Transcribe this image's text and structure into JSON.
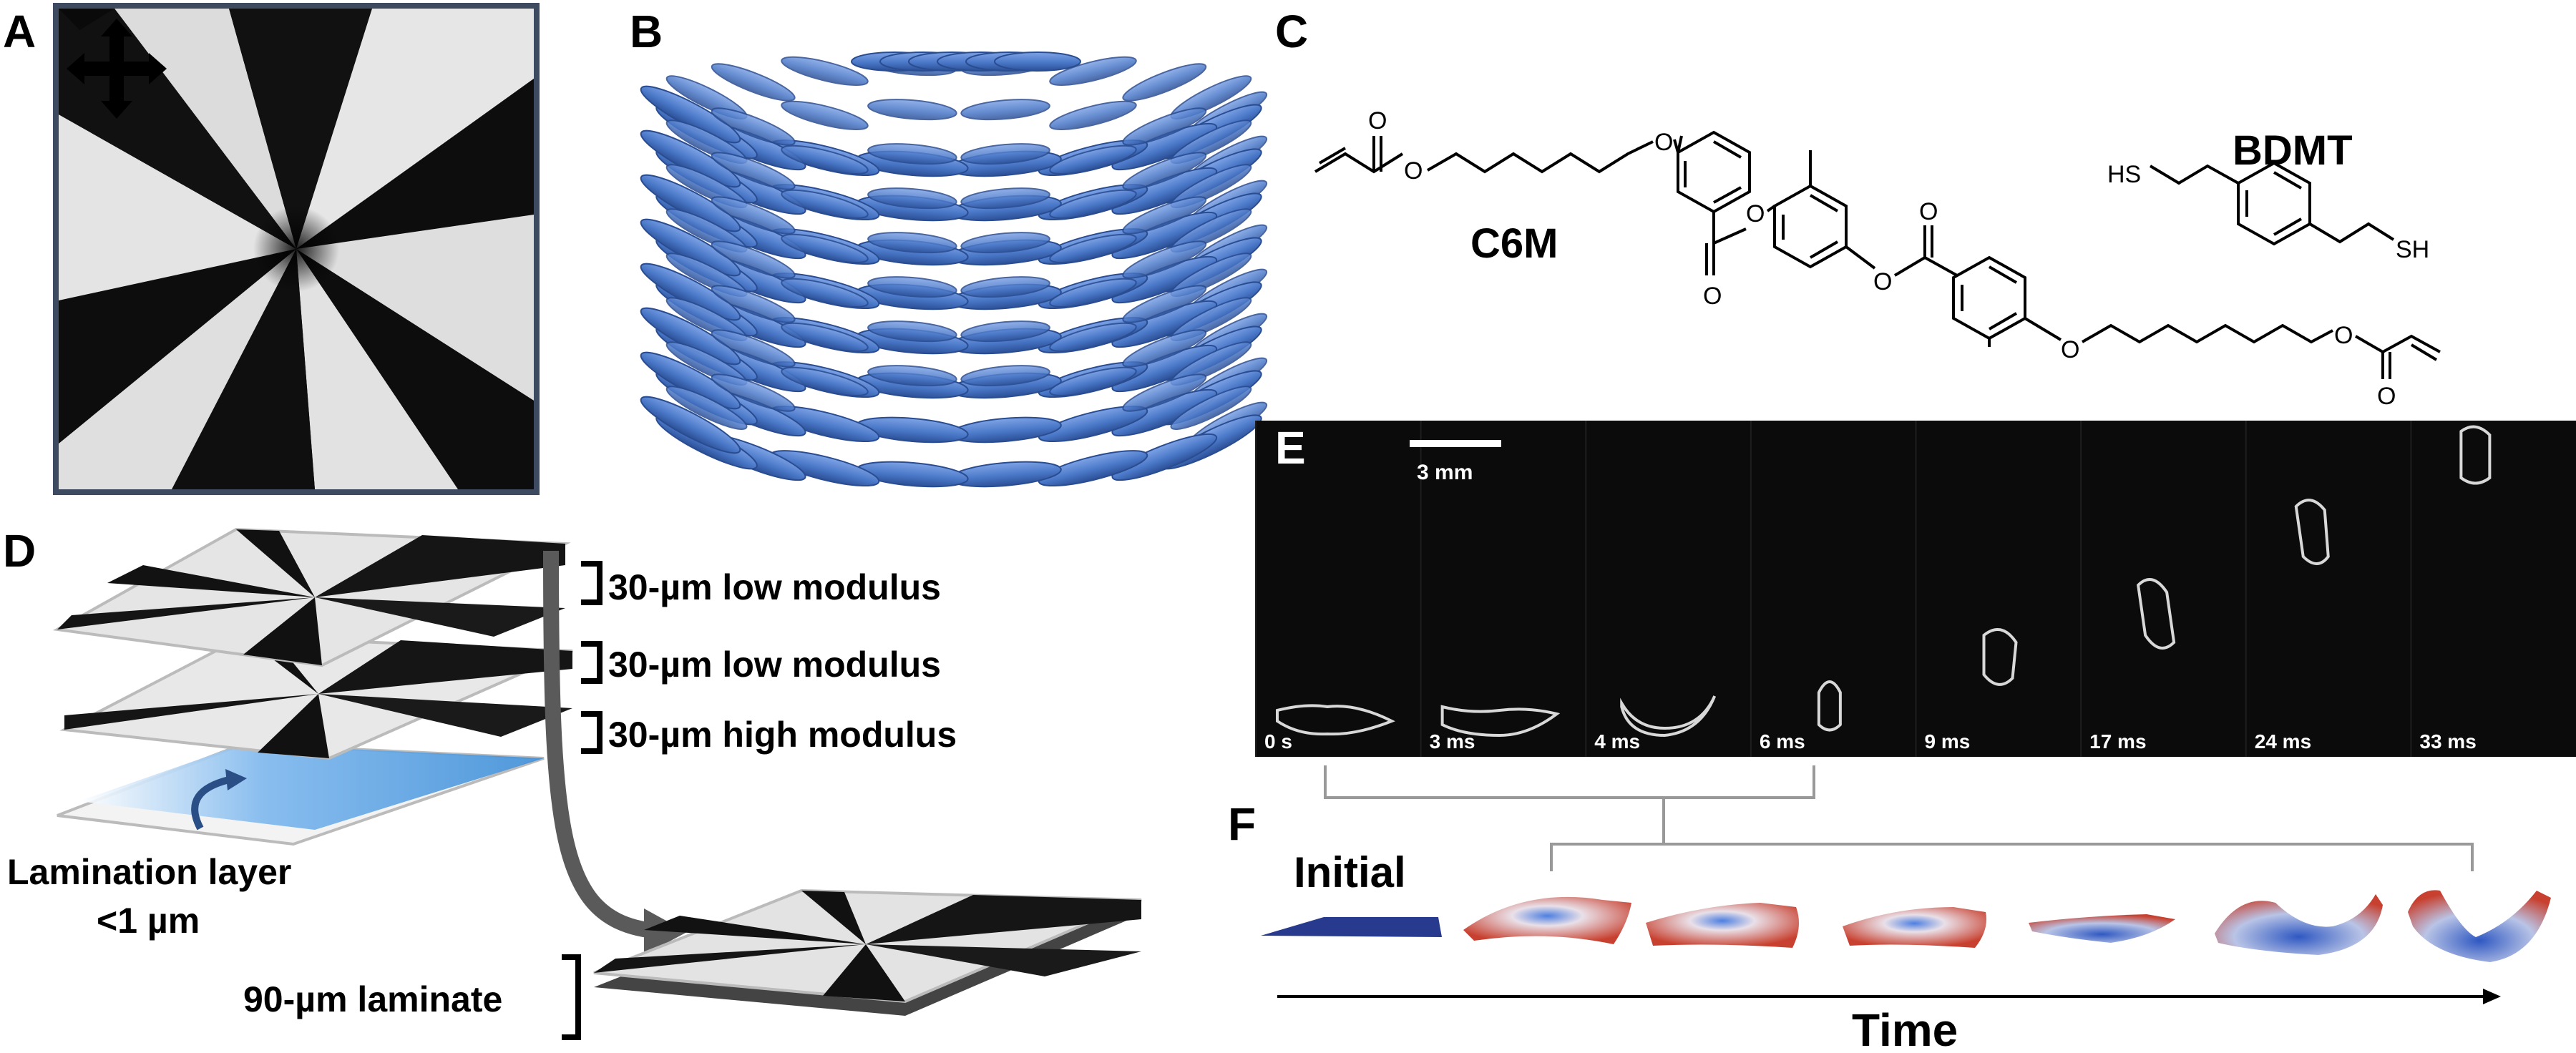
{
  "panels": {
    "A": {
      "label": "A"
    },
    "B": {
      "label": "B"
    },
    "C": {
      "label": "C",
      "molecule_1": "C6M",
      "molecule_2": "BDMT",
      "atoms": {
        "O": "O",
        "HS": "HS",
        "SH": "SH"
      }
    },
    "D": {
      "label": "D",
      "layer_1": "30-µm low modulus",
      "layer_2": "30-µm low modulus",
      "layer_3": "30-µm high modulus",
      "lamination_line1": "Lamination layer",
      "lamination_line2": "<1 µm",
      "laminate": "90-µm laminate"
    },
    "E": {
      "label": "E",
      "scale_bar": "3 mm",
      "frames": [
        "0 s",
        "3 ms",
        "4 ms",
        "6 ms",
        "9 ms",
        "17 ms",
        "24 ms",
        "33 ms"
      ]
    },
    "F": {
      "label": "F",
      "initial": "Initial",
      "axis_label": "Time"
    }
  },
  "colors": {
    "ellipsoid_blue": "#4a78c8",
    "initial_plate": "#283a8e",
    "deformed_red": "#c83c2c",
    "frame_bg": "#0c0c0c"
  }
}
